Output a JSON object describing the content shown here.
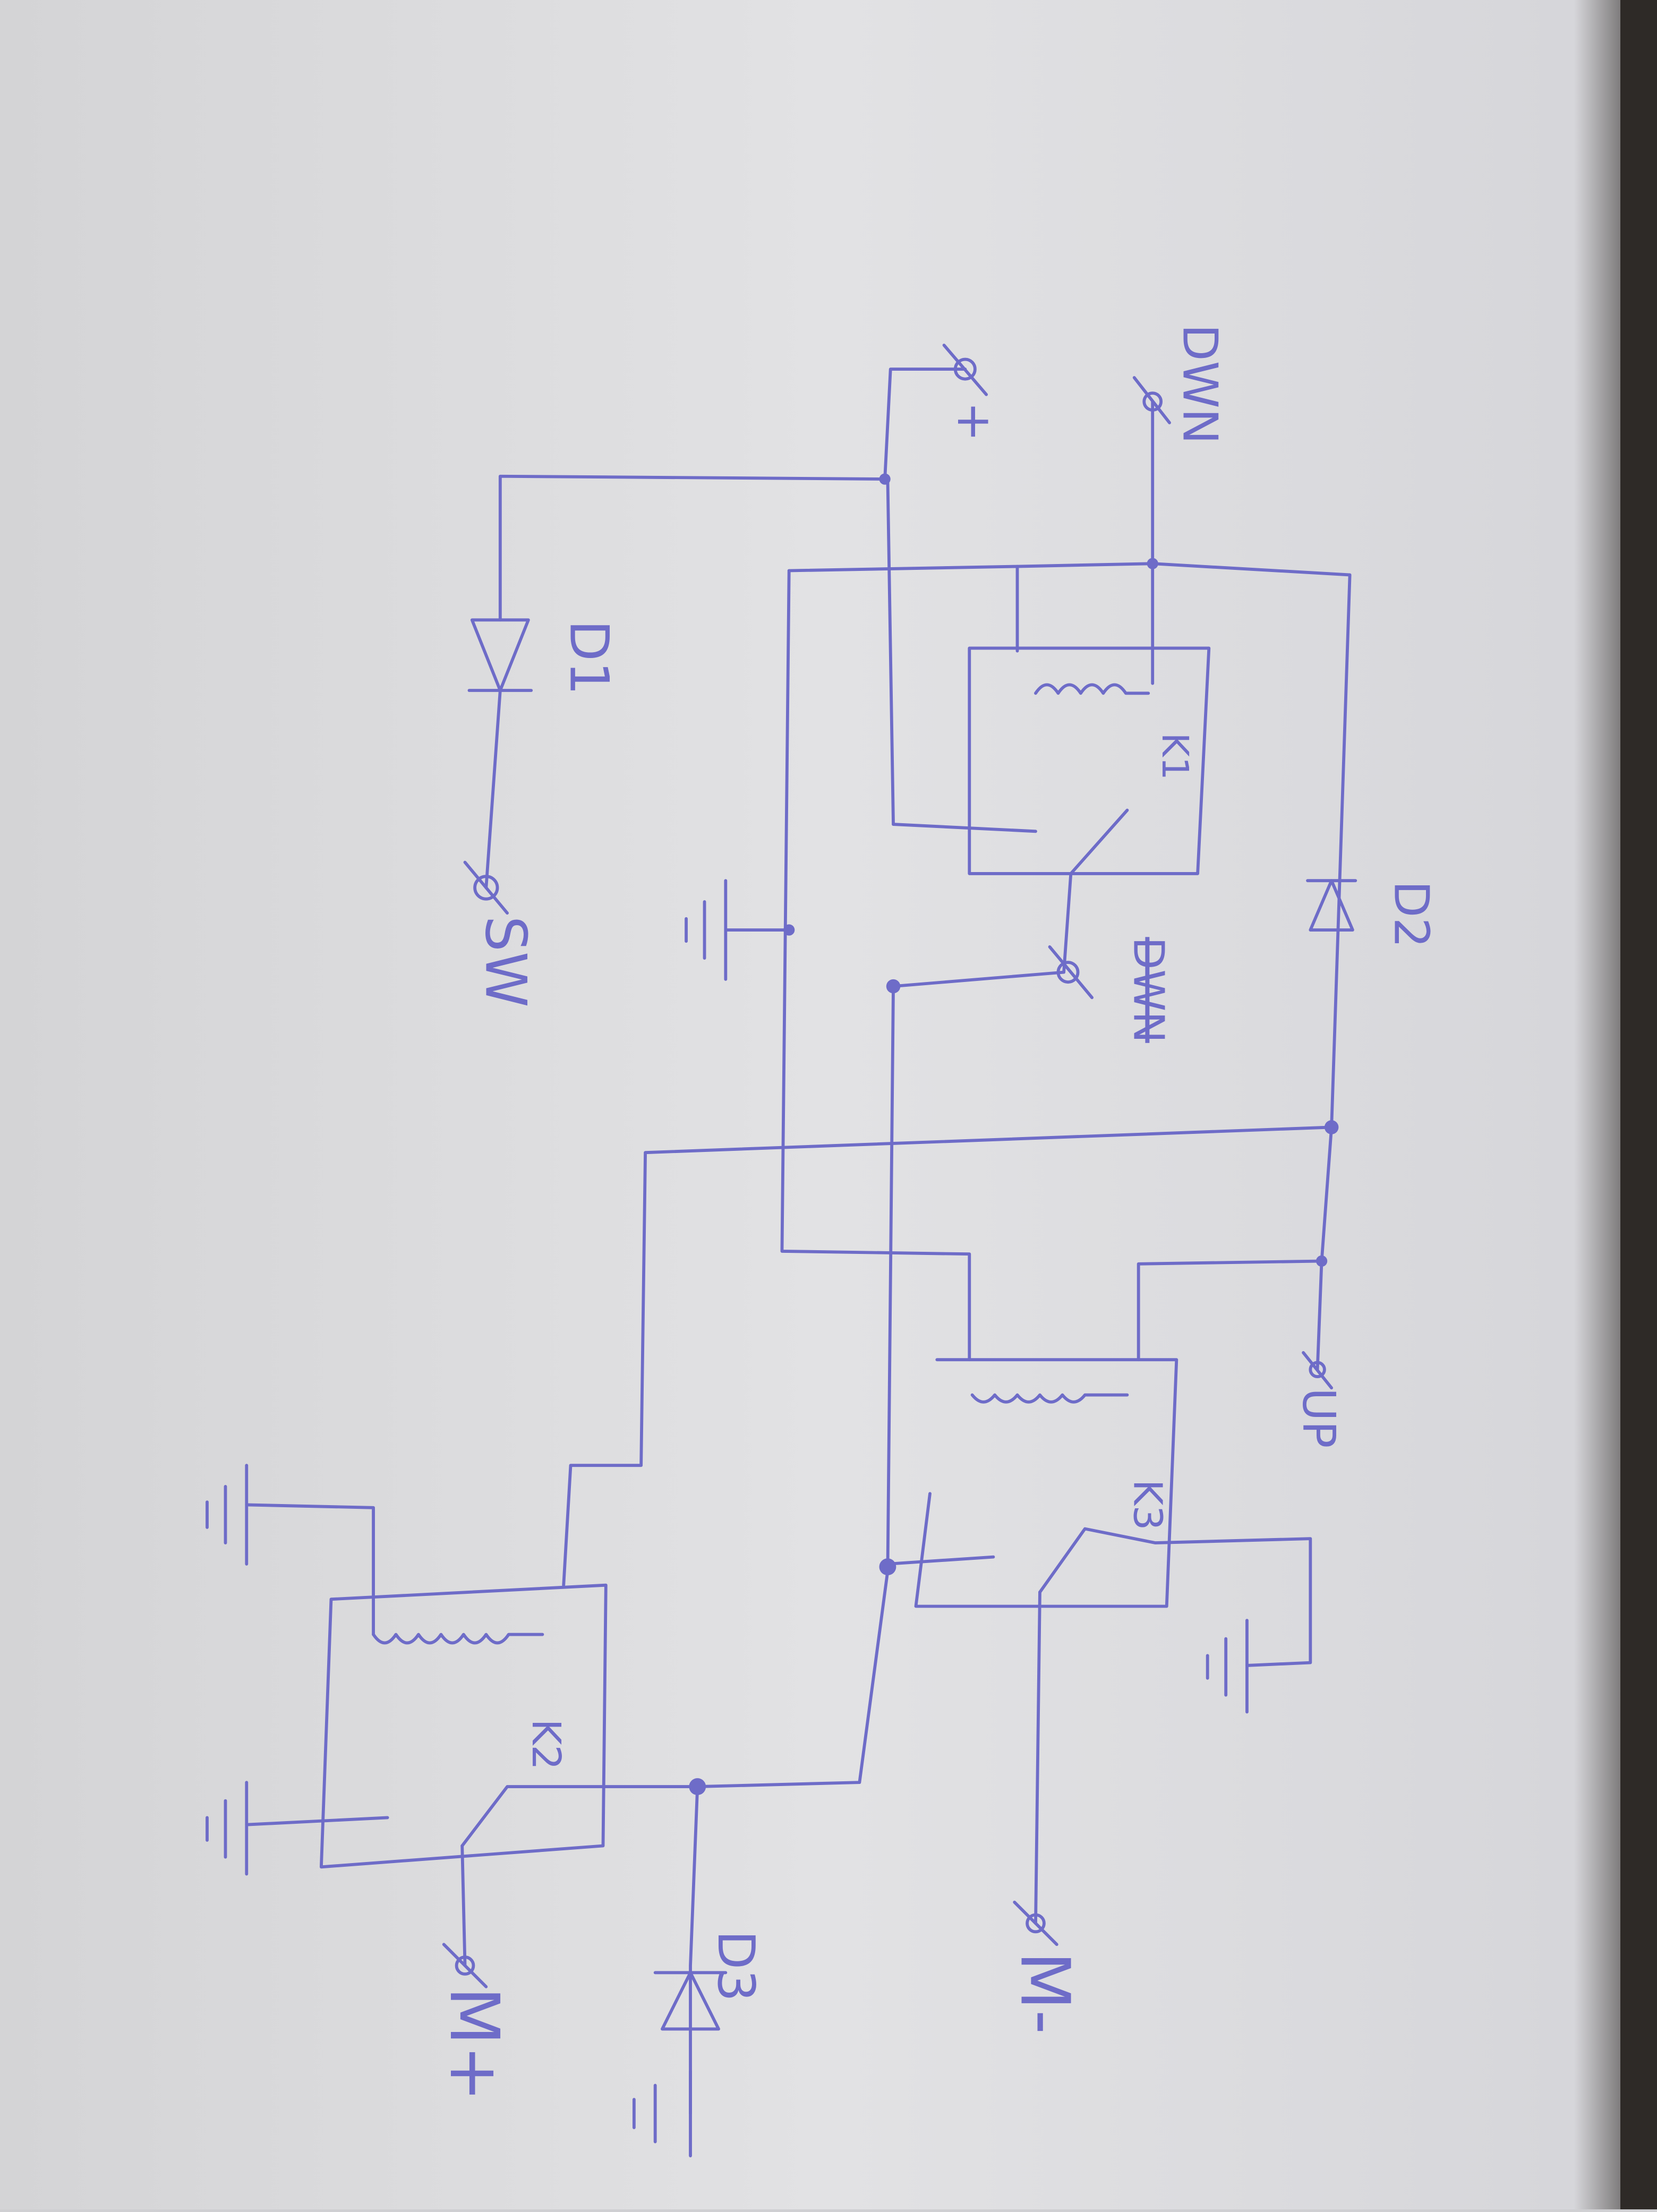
{
  "diagram": {
    "title": "Hand-drawn relay motor control circuit",
    "ink_color": "#6e6cc8",
    "paper_color": "#dcdcdf",
    "labels": {
      "dwn_terminal": "DWN",
      "plus_terminal": "+",
      "diode1": "D1",
      "switch": "SW",
      "relay1": "K1",
      "diode2": "D2",
      "struck_label": "DWN",
      "relay3": "K3",
      "up_terminal": "UP",
      "relay2": "K2",
      "diode3": "D3",
      "motor_plus": "M+",
      "motor_minus": "M-"
    }
  }
}
